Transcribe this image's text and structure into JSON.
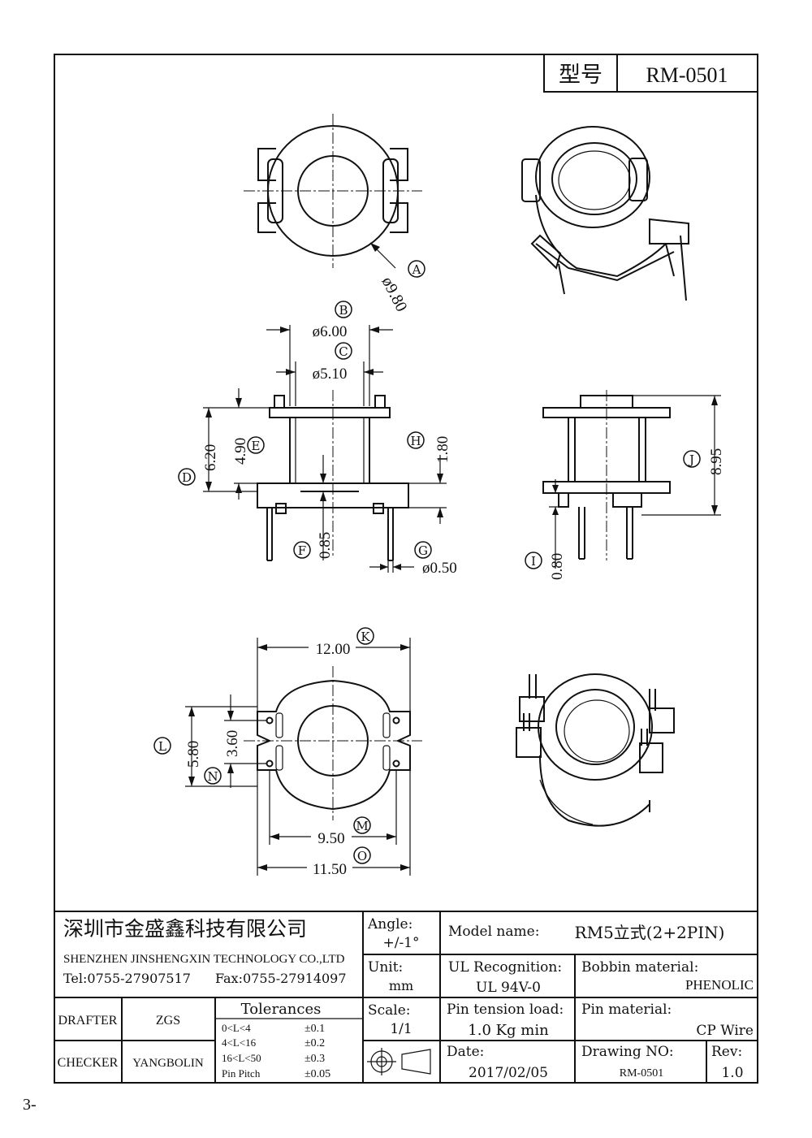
{
  "header": {
    "model_label": "型号",
    "model_value": "RM-0501"
  },
  "dimensions": {
    "A": {
      "letter": "A",
      "value": "ø9.80"
    },
    "B": {
      "letter": "B",
      "value": "ø6.00"
    },
    "C": {
      "letter": "C",
      "value": "ø5.10"
    },
    "D": {
      "letter": "D",
      "value": "6.20"
    },
    "E": {
      "letter": "E",
      "value": "4.90"
    },
    "F": {
      "letter": "F",
      "value": "0.85"
    },
    "G": {
      "letter": "G",
      "value": "ø0.50"
    },
    "H": {
      "letter": "H",
      "value": "1.80"
    },
    "I": {
      "letter": "I",
      "value": "0.80"
    },
    "J": {
      "letter": "J",
      "value": "8.95"
    },
    "K": {
      "letter": "K",
      "value": "12.00"
    },
    "L": {
      "letter": "L",
      "value": "5.80"
    },
    "M": {
      "letter": "M",
      "value": "9.50"
    },
    "N": {
      "letter": "N",
      "value": "3.60"
    },
    "O": {
      "letter": "O",
      "value": "11.50"
    }
  },
  "title_block": {
    "company_cn": "深圳市金盛鑫科技有限公司",
    "company_en": "SHENZHEN JINSHENGXIN TECHNOLOGY CO.,LTD",
    "tel": "Tel:0755-27907517",
    "fax": "Fax:0755-27914097",
    "angle_label": "Angle:",
    "angle_value": "+/-1°",
    "unit_label": "Unit:",
    "unit_value": "mm",
    "scale_label": "Scale:",
    "scale_value": "1/1",
    "model_name_label": "Model name:",
    "model_name_value": "RM5立式(2+2PIN)",
    "ul_label": "UL Recognition:",
    "ul_value": "UL 94V-0",
    "bobbin_label": "Bobbin material:",
    "bobbin_value": "PHENOLIC",
    "pin_tension_label": "Pin tension load:",
    "pin_tension_value": "1.0 Kg min",
    "pin_material_label": "Pin material:",
    "pin_material_value": "CP Wire",
    "date_label": "Date:",
    "date_value": "2017/02/05",
    "drawing_no_label": "Drawing NO:",
    "drawing_no_value": "RM-0501",
    "rev_label": "Rev:",
    "rev_value": "1.0",
    "drafter_label": "DRAFTER",
    "drafter_value": "ZGS",
    "checker_label": "CHECKER",
    "checker_value": "YANGBOLIN",
    "tolerances_title": "Tolerances",
    "tolerances": [
      {
        "range": "0<L<4",
        "value": "±0.1"
      },
      {
        "range": "4<L<16",
        "value": "±0.2"
      },
      {
        "range": "16<L<50",
        "value": "±0.3"
      },
      {
        "range": "Pin Pitch",
        "value": "±0.05"
      }
    ]
  },
  "page_number": "3-"
}
